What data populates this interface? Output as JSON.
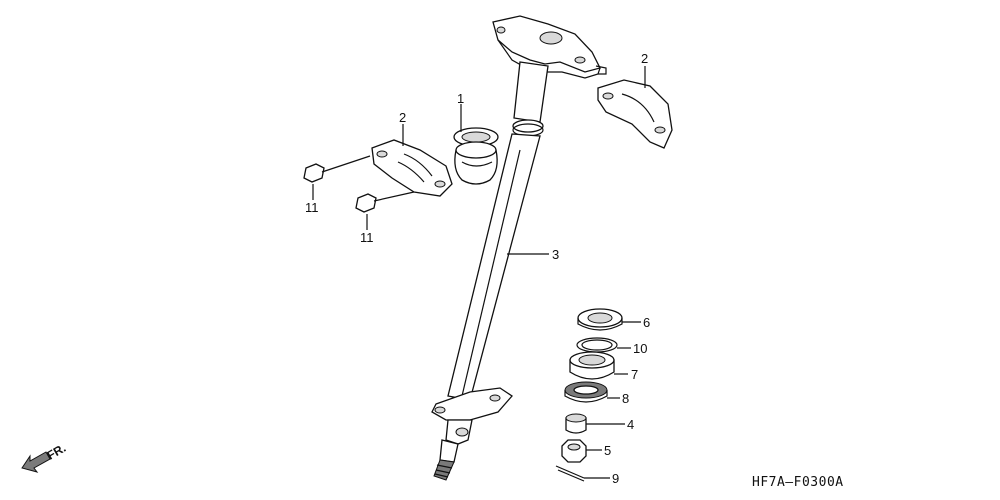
{
  "diagram": {
    "drawing_code": "HF7A—F0300A",
    "direction_label": "FR.",
    "callouts": {
      "steering_shaft_bushing": "1",
      "bushing_holder_left": "2",
      "bushing_holder_right": "2",
      "steering_shaft": "3",
      "collar": "4",
      "castle_nut": "5",
      "dust_seal": "6",
      "ball_bearing": "7",
      "oil_seal": "8",
      "cotter_pin": "9",
      "circlip": "10",
      "flange_bolt_upper": "11",
      "flange_bolt_lower": "11"
    }
  }
}
